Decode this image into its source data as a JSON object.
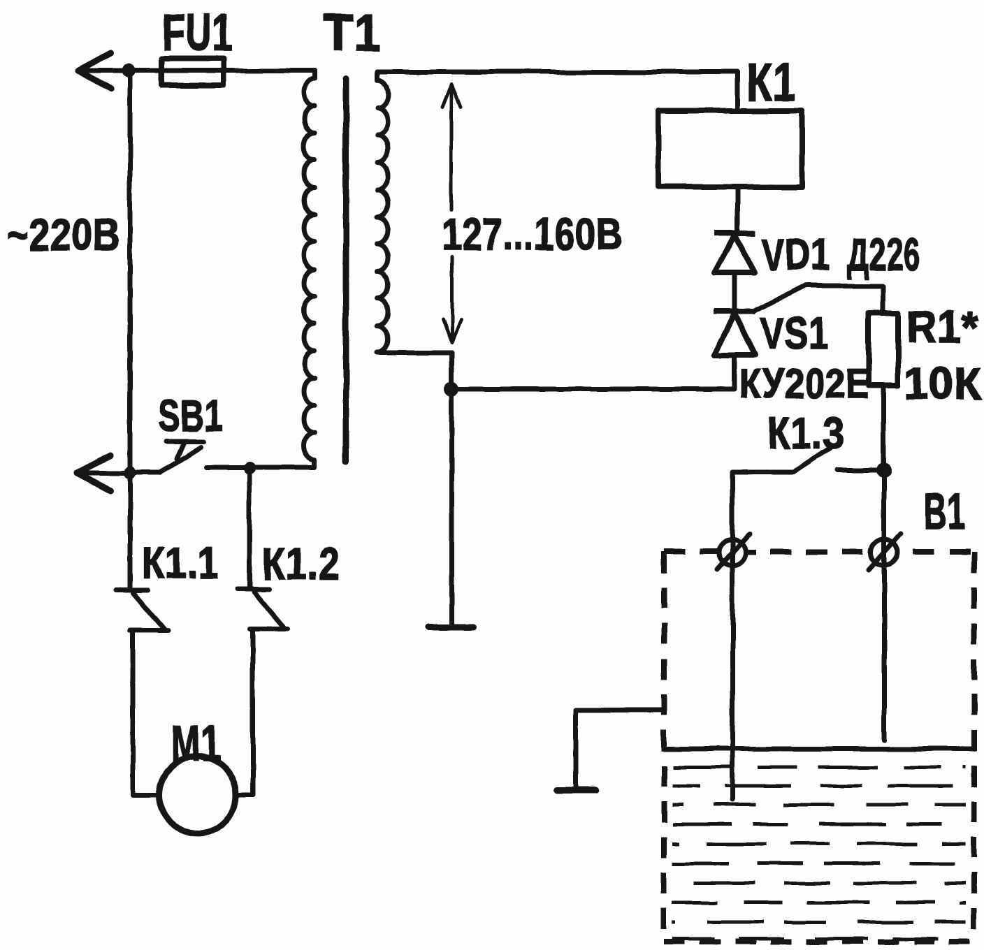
{
  "colors": {
    "ink": "#171717",
    "paper": "#fdfdfb"
  },
  "schematic": {
    "power": {
      "mains_voltage": "~220В",
      "fuse": "FU1",
      "push_button": "SB1"
    },
    "transformer": {
      "ref": "Т1",
      "secondary_voltage": "127...160В"
    },
    "relay": {
      "coil": "К1",
      "contact_1": "К1.1",
      "contact_2": "К1.2",
      "contact_3": "К1.3"
    },
    "semiconductors": {
      "diode_ref": "VD1",
      "diode_type": "Д226",
      "thyristor_ref": "VS1",
      "thyristor_type": "КУ202Е"
    },
    "resistor": {
      "ref": "R1*",
      "value": "10К"
    },
    "motor": {
      "ref": "М1"
    },
    "bath": {
      "ref": "В1"
    }
  }
}
